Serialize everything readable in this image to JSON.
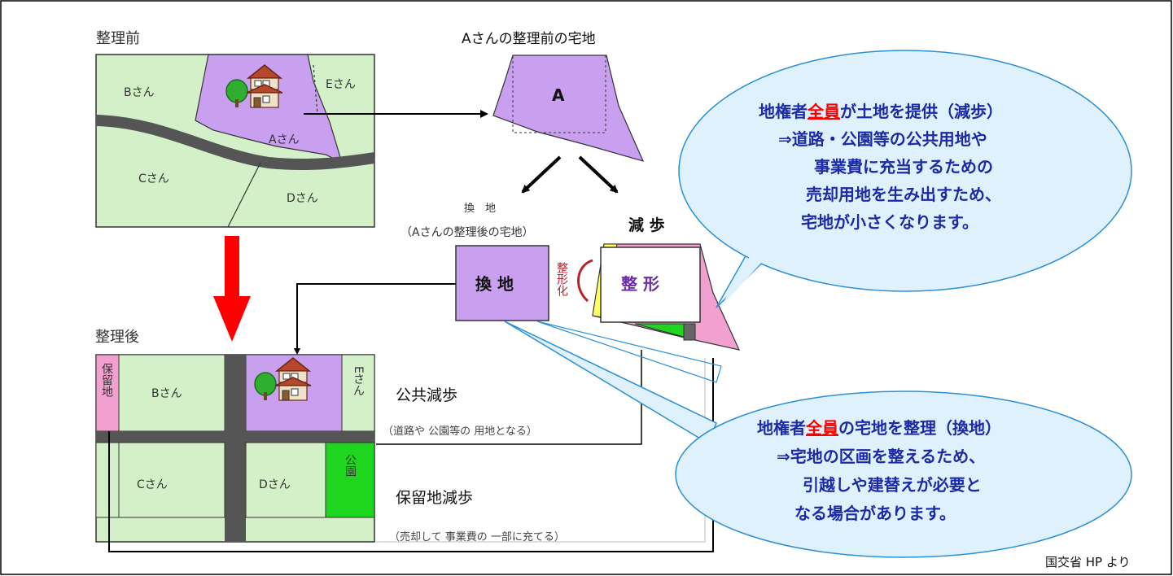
{
  "before": {
    "title": "整理前",
    "lots": {
      "b": "Bさん",
      "e": "Eさん",
      "a": "Aさん",
      "c": "Cさん",
      "d": "Dさん"
    }
  },
  "a_lot": {
    "caption": "Aさんの整理前の宅地",
    "label": "A"
  },
  "kanchi_caption": {
    "line1": "換　地",
    "line2": "（Aさんの整理後の宅地）"
  },
  "kanchi_box": "換 地",
  "genbu_label": "減 歩",
  "seikei_label": "整 形",
  "seikeika_label": "整形化",
  "after": {
    "title": "整理後",
    "lots": {
      "reserve": "保留地",
      "b": "Bさん",
      "e": "Eさん",
      "c": "Cさん",
      "d": "Dさん",
      "park": "公園"
    }
  },
  "public_genbu": {
    "title": "公共減歩",
    "note": "（道路や 公園等の 用地となる）"
  },
  "reserve_genbu": {
    "title": "保留地減歩",
    "note": "（売却して 事業費の 一部に充てる）"
  },
  "bubble_top": {
    "line1_pre": "地権者",
    "line1_em": "全員",
    "line1_post": "が土地を提供（減歩）",
    "line2": "⇒道路・公園等の公共用地や",
    "line3": "事業費に充当するための",
    "line4": "売却用地を生み出すため、",
    "line5": "宅地が小さくなります。"
  },
  "bubble_bottom": {
    "line1_pre": "地権者",
    "line1_em": "全員",
    "line1_post": "の宅地を整理（換地）",
    "line2": "⇒宅地の区画を整えるため、",
    "line3": "引越しや建替えが必要と",
    "line4": "なる場合があります。"
  },
  "source": "国交省 HP より",
  "colors": {
    "lot_green": "#d4f0c8",
    "lot_purple": "#c9a0f0",
    "road": "#555555",
    "reserve_pink": "#f2a0d0",
    "park_green": "#1ed61e",
    "bubble_fill": "#dff1fc",
    "bubble_stroke": "#2a8fd8",
    "arrow_red": "#ff0000",
    "emphasis_red": "#ff0000",
    "text_blue": "#1b2aa8"
  },
  "icons": [
    "house-icon",
    "tree-icon",
    "red-down-arrow-icon",
    "rotate-arrow-icon"
  ]
}
